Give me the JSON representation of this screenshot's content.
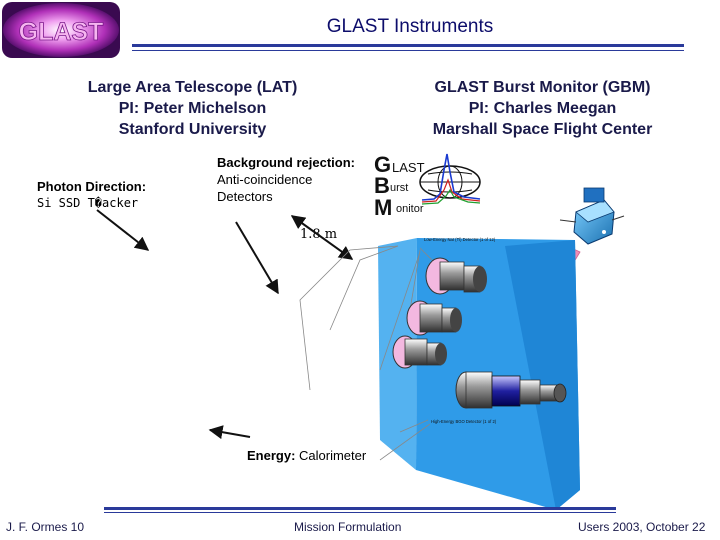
{
  "logo": {
    "text": "GLAST",
    "icon": "glast-galaxy-logo"
  },
  "title": "GLAST Instruments",
  "lat": {
    "line1": "Large Area Telescope (LAT)",
    "line2": "PI: Peter Michelson",
    "line3": "Stanford University"
  },
  "gbm": {
    "line1": "GLAST Burst Monitor (GBM)",
    "line2": "PI: Charles Meegan",
    "line3": "Marshall Space Flight Center",
    "logo_letters": [
      "G",
      "B",
      "M"
    ],
    "logo_words": [
      "LAST",
      "urst",
      "onitor"
    ]
  },
  "labels": {
    "photon_title": "Photon Direction:",
    "photon_detail": "Si SSD T�acker",
    "background_title": "Background rejection:",
    "background_line1": "Anti-coincidence",
    "background_line2": "Detectors",
    "size": "1.8 m",
    "energy_title": "Energy:",
    "energy_detail": " Calorimeter",
    "low_energy": "Low-Energy NaI (Tl) Detector (1 of 12)",
    "high_energy": "High-Energy BGO Detector (1 of 2)"
  },
  "footer": {
    "left": "J. F. Ormes 10",
    "middle": "Mission Formulation",
    "right": "Users 2003, October 22"
  },
  "colors": {
    "title": "#0d0d6b",
    "rule": "#2a3a9a",
    "panel_blue": "#2f9be8",
    "arrow_pink": "#f08cb4",
    "logo_pink": "#e060d0"
  }
}
